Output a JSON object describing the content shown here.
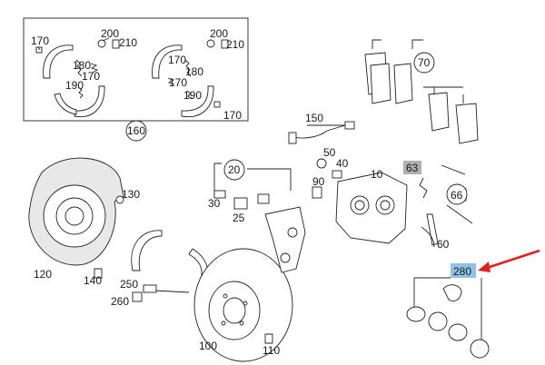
{
  "labels": {
    "n170a": "170",
    "n200a": "200",
    "n210a": "210",
    "n180a": "180",
    "n170b": "170",
    "n190a": "190",
    "n200b": "200",
    "n210b": "210",
    "n170c": "170",
    "n180b": "180",
    "n170d": "170",
    "n190b": "190",
    "n170e": "170",
    "n160": "160",
    "n70": "70",
    "n150": "150",
    "n20": "20",
    "n130": "130",
    "n30": "30",
    "n25": "25",
    "n50": "50",
    "n40": "40",
    "n10": "10",
    "n90": "90",
    "n63": "63",
    "n66": "66",
    "n60": "60",
    "n120": "120",
    "n140": "140",
    "n250": "250",
    "n260": "260",
    "n100": "100",
    "n110": "110",
    "n280": "280"
  },
  "colors": {
    "highlight": "#8fc3e6",
    "arrow": "#e0201e",
    "gray_label": "#b0b0b0"
  }
}
